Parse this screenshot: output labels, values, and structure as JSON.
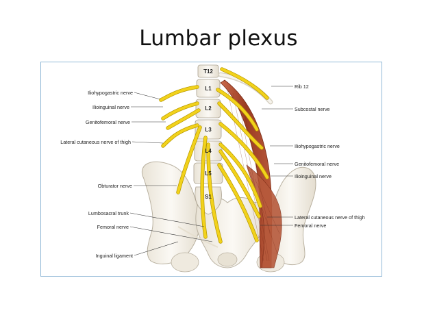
{
  "slide": {
    "title": "Lumbar plexus"
  },
  "figure": {
    "vertebrae": [
      "T12",
      "L1",
      "L2",
      "L3",
      "L4",
      "L5",
      "S1"
    ],
    "labels_left": [
      "Iliohypogastric nerve",
      "Ilioinguinal nerve",
      "Genitofemoral nerve",
      "Lateral cutaneous nerve of thigh",
      "Obturator nerve",
      "Lumbosacral trunk",
      "Femoral nerve",
      "Inguinal ligament"
    ],
    "labels_right": [
      "Rib 12",
      "Subcostal nerve",
      "Iliohypogastric nerve",
      "Genitofemoral nerve",
      "Ilioinguinal nerve",
      "Lateral cutaneous nerve of thigh",
      "Femoral nerve"
    ],
    "colors": {
      "nerve": "#f2d21b",
      "bone": "#f3efe6",
      "muscle": "#a0452a",
      "border": "#8fb7d6"
    }
  }
}
